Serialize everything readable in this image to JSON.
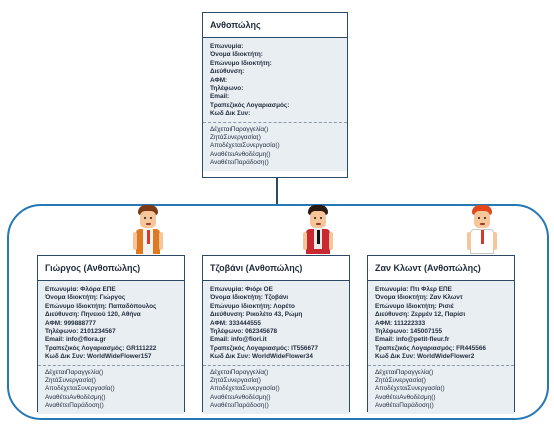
{
  "top_class": {
    "title": "Ανθοπώλης",
    "attributes": [
      "Επωνυμία:",
      "Όνομα Ιδιοκτήτη:",
      "Επώνυμο Ιδιοκτήτη:",
      "Διεύθυνση:",
      "ΑΦΜ:",
      "Τηλέφωνο:",
      "Email:",
      "Τραπεζικός Λογαριασμός:",
      "Κωδ Δικ Συν:"
    ],
    "operations": [
      "ΔέχεταιΠαραγγελία()",
      "ΖητάΣυνεργασία()",
      "ΑποδέχεταιΣυνεργασία()",
      "ΑναθέτειΑνθοδέσμη()",
      "ΑναθέτειΠαράδοση()"
    ]
  },
  "instances": [
    {
      "title": "Γιώργος (Ανθοπώλης)",
      "attributes": [
        "Επωνυμία: Φλόρα ΕΠΕ",
        "Όνομα Ιδιοκτήτη: Γιώργος",
        "Επώνυμο Ιδιοκτήτη: Παπαδόπουλος",
        "Διεύθυνση: Πηνειού 120, Αθήνα",
        "ΑΦΜ: 999888777",
        "Τηλέφωνο: 2101234567",
        "Email: info@flora.gr",
        "Τραπεζικός Λογαριασμός: GR111222",
        "Κωδ Δικ Συν: WorldWideFlower157"
      ],
      "operations": [
        "ΔέχεταιΠαραγγελία()",
        "ΖητάΣυνεργασία()",
        "ΑποδέχεταιΣυνεργασία()",
        "ΑναθέτειΑνθοδέσμη()",
        "ΑναθέτειΠαράδοση()"
      ]
    },
    {
      "title": "Τζοβάνι (Ανθοπώλης)",
      "attributes": [
        "Επωνυμία: Φιόρι ΟΕ",
        "Όνομα Ιδιοκτήτη: Τζοβάνι",
        "Επώνυμο Ιδιοκτήτη: Λορέτο",
        "Διεύθυνση: Ρικολέτο 43, Ρώμη",
        "ΑΦΜ: 333444555",
        "Τηλέφωνο: 062345678",
        "Email: info@fiori.it",
        "Τραπεζικός Λογαριασμός: IT556677",
        "Κωδ Δικ Συν: WorldWideFlower34"
      ],
      "operations": [
        "ΔέχεταιΠαραγγελία()",
        "ΖητάΣυνεργασία()",
        "ΑποδέχεταιΣυνεργασία()",
        "ΑναθέτειΑνθοδέσμη()",
        "ΑναθέτειΠαράδοση()"
      ]
    },
    {
      "title": "Ζαν Κλωντ (Ανθοπώλης)",
      "attributes": [
        "Επωνυμία: Πτι Φλερ ΕΠΕ",
        "Όνομα Ιδιοκτήτη: Ζαν Κλωντ",
        "Επώνυμο Ιδιοκτήτη: Ρισιέ",
        "Διεύθυνση: Ζερμέν 12, Παρίσι",
        "ΑΦΜ: 111222333",
        "Τηλέφωνο: 145007155",
        "Email: info@petit-fleur.fr",
        "Τραπεζικός Λογαριασμός: FR445566",
        "Κωδ Δικ Συν: WorldWideFlower2"
      ],
      "operations": [
        "ΔέχεταιΠαραγγελία()",
        "ΖητάΣυνεργασία()",
        "ΑποδέχεταιΣυνεργασία()",
        "ΑναθέτειΑνθοδέσμη()",
        "ΑναθέτειΠαράδοση()"
      ]
    }
  ],
  "colors": {
    "group_border": "#2479b5",
    "box_border": "#2c4a66",
    "box_fill": "#e9eef3"
  },
  "avatars": [
    {
      "icon": "person-icon",
      "hair": "#7a3b16",
      "shirt": "#f2f2f2",
      "tie": "#d63a2a",
      "vest": "#e07a20"
    },
    {
      "icon": "person-icon",
      "hair": "#2a1a12",
      "shirt": "#e8e8e8",
      "tie": "#111111",
      "vest": "#c8282f"
    },
    {
      "icon": "person-icon",
      "hair": "#e2461b",
      "shirt": "#ffffff",
      "tie": "#d63a2a",
      "vest": "#ffffff"
    }
  ]
}
